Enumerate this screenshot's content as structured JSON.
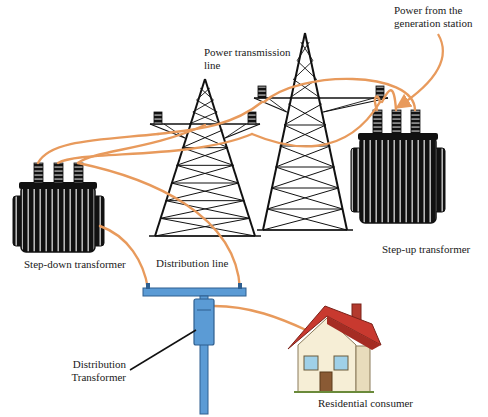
{
  "diagram": {
    "labels": [
      "Power transmission line",
      "Power from the generation station",
      "Step-up transformer",
      "Step-down transformer",
      "Distribution line",
      "Distribution Transformer",
      "Residential consumer"
    ]
  }
}
